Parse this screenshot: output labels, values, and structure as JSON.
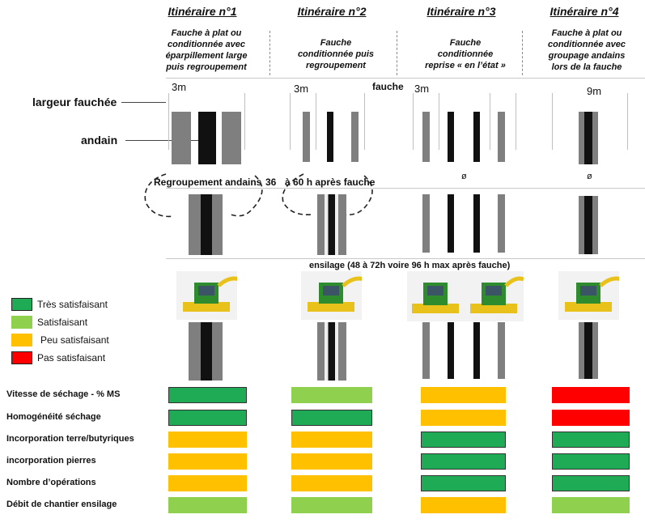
{
  "itineraries": [
    {
      "title": "Itinéraire n°1",
      "desc": [
        "Fauche à plat ou",
        "conditionnée avec",
        "éparpillement large",
        "puis regroupement"
      ]
    },
    {
      "title": "Itinéraire n°2",
      "desc": [
        "Fauche",
        "conditionnée puis",
        "regroupement"
      ]
    },
    {
      "title": "Itinéraire n°3",
      "desc": [
        "Fauche",
        "conditionnée",
        "reprise « en l’état »"
      ]
    },
    {
      "title": "Itinéraire n°4",
      "desc": [
        "Fauche à plat ou",
        "conditionnée avec",
        "groupage andains",
        "lors de la fauche"
      ]
    }
  ],
  "diagram": {
    "largeur_label": "largeur fauchée",
    "andain_label": "andain",
    "fauche_label": "fauche",
    "w1": "3m",
    "w2": "3m",
    "w3": "3m",
    "w4": "9m",
    "regroupement": "Regroupement andains",
    "r36": "36",
    "apres": "à 60 h après fauche",
    "ensilage": "ensilage (48 à 72h voire 96 h max après fauche)",
    "empty1": "ø",
    "empty2": "ø"
  },
  "legend": [
    {
      "label": "Très satisfaisant",
      "color": "#1faa55"
    },
    {
      "label": "Satisfaisant",
      "color": "#8fd14f"
    },
    {
      "label": "Peu satisfaisant",
      "color": "#ffc000"
    },
    {
      "label": "Pas satisfaisant",
      "color": "#ff0000"
    }
  ],
  "criteria": [
    {
      "label": "Vitesse de séchage - % MS",
      "ratings": [
        "green",
        "lgreen",
        "orange",
        "red"
      ]
    },
    {
      "label": "Homogénéité séchage",
      "ratings": [
        "green",
        "green",
        "orange",
        "red"
      ]
    },
    {
      "label": "Incorporation terre/butyriques",
      "ratings": [
        "orange",
        "orange",
        "green",
        "green"
      ]
    },
    {
      "label": "incorporation pierres",
      "ratings": [
        "orange",
        "orange",
        "green",
        "green"
      ]
    },
    {
      "label": "Nombre d’opérations",
      "ratings": [
        "orange",
        "orange",
        "green",
        "green"
      ]
    },
    {
      "label": "Débit de chantier ensilage",
      "ratings": [
        "lgreen",
        "lgreen",
        "orange",
        "lgreen"
      ]
    }
  ]
}
